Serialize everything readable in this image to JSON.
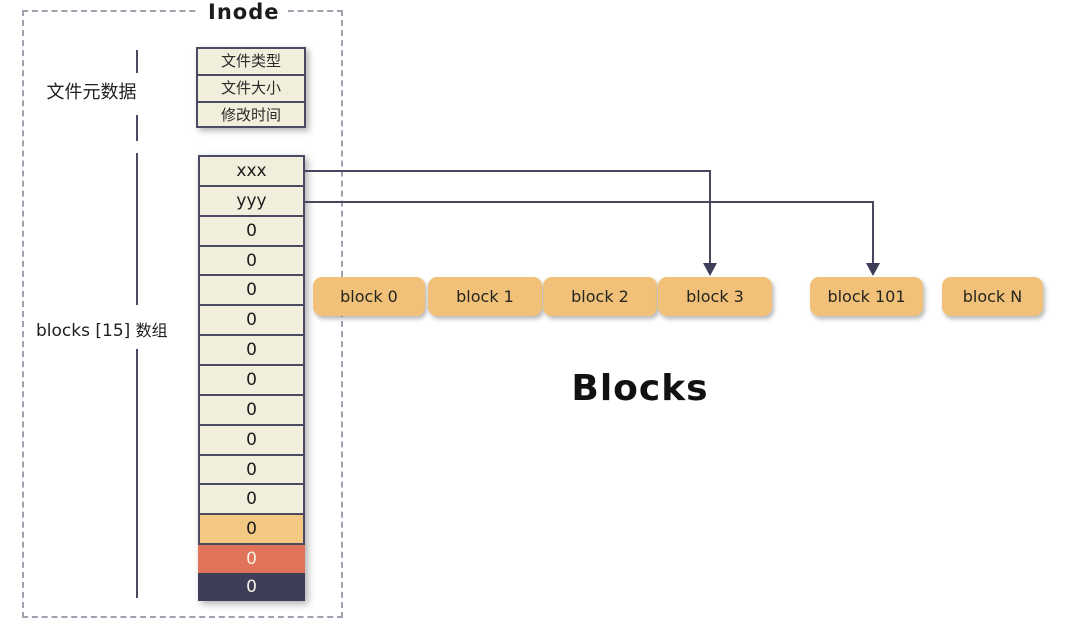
{
  "colors": {
    "cell_background": "#F1EEDC",
    "cell_border": "#4A4A63",
    "highlight_orange": "#F3C883",
    "highlight_salmon": "#E0735A",
    "highlight_navy": "#3E3E58",
    "block_background": "#F1C17A",
    "arrow": "#46465F",
    "dashed_border": "#A0A0AE"
  },
  "inode": {
    "title": "Inode",
    "metadata_label": "文件元数据",
    "metadata_cells": [
      "文件类型",
      "文件大小",
      "修改时间"
    ],
    "array_label": "blocks [15]",
    "array_label_suffix": "数组",
    "cells": [
      "xxx",
      "yyy",
      "0",
      "0",
      "0",
      "0",
      "0",
      "0",
      "0",
      "0",
      "0",
      "0",
      "0",
      "0",
      "0"
    ]
  },
  "blocks": {
    "title": "Blocks",
    "items": [
      "block 0",
      "block 1",
      "block 2",
      "block 3",
      "block 101",
      "block N"
    ]
  }
}
